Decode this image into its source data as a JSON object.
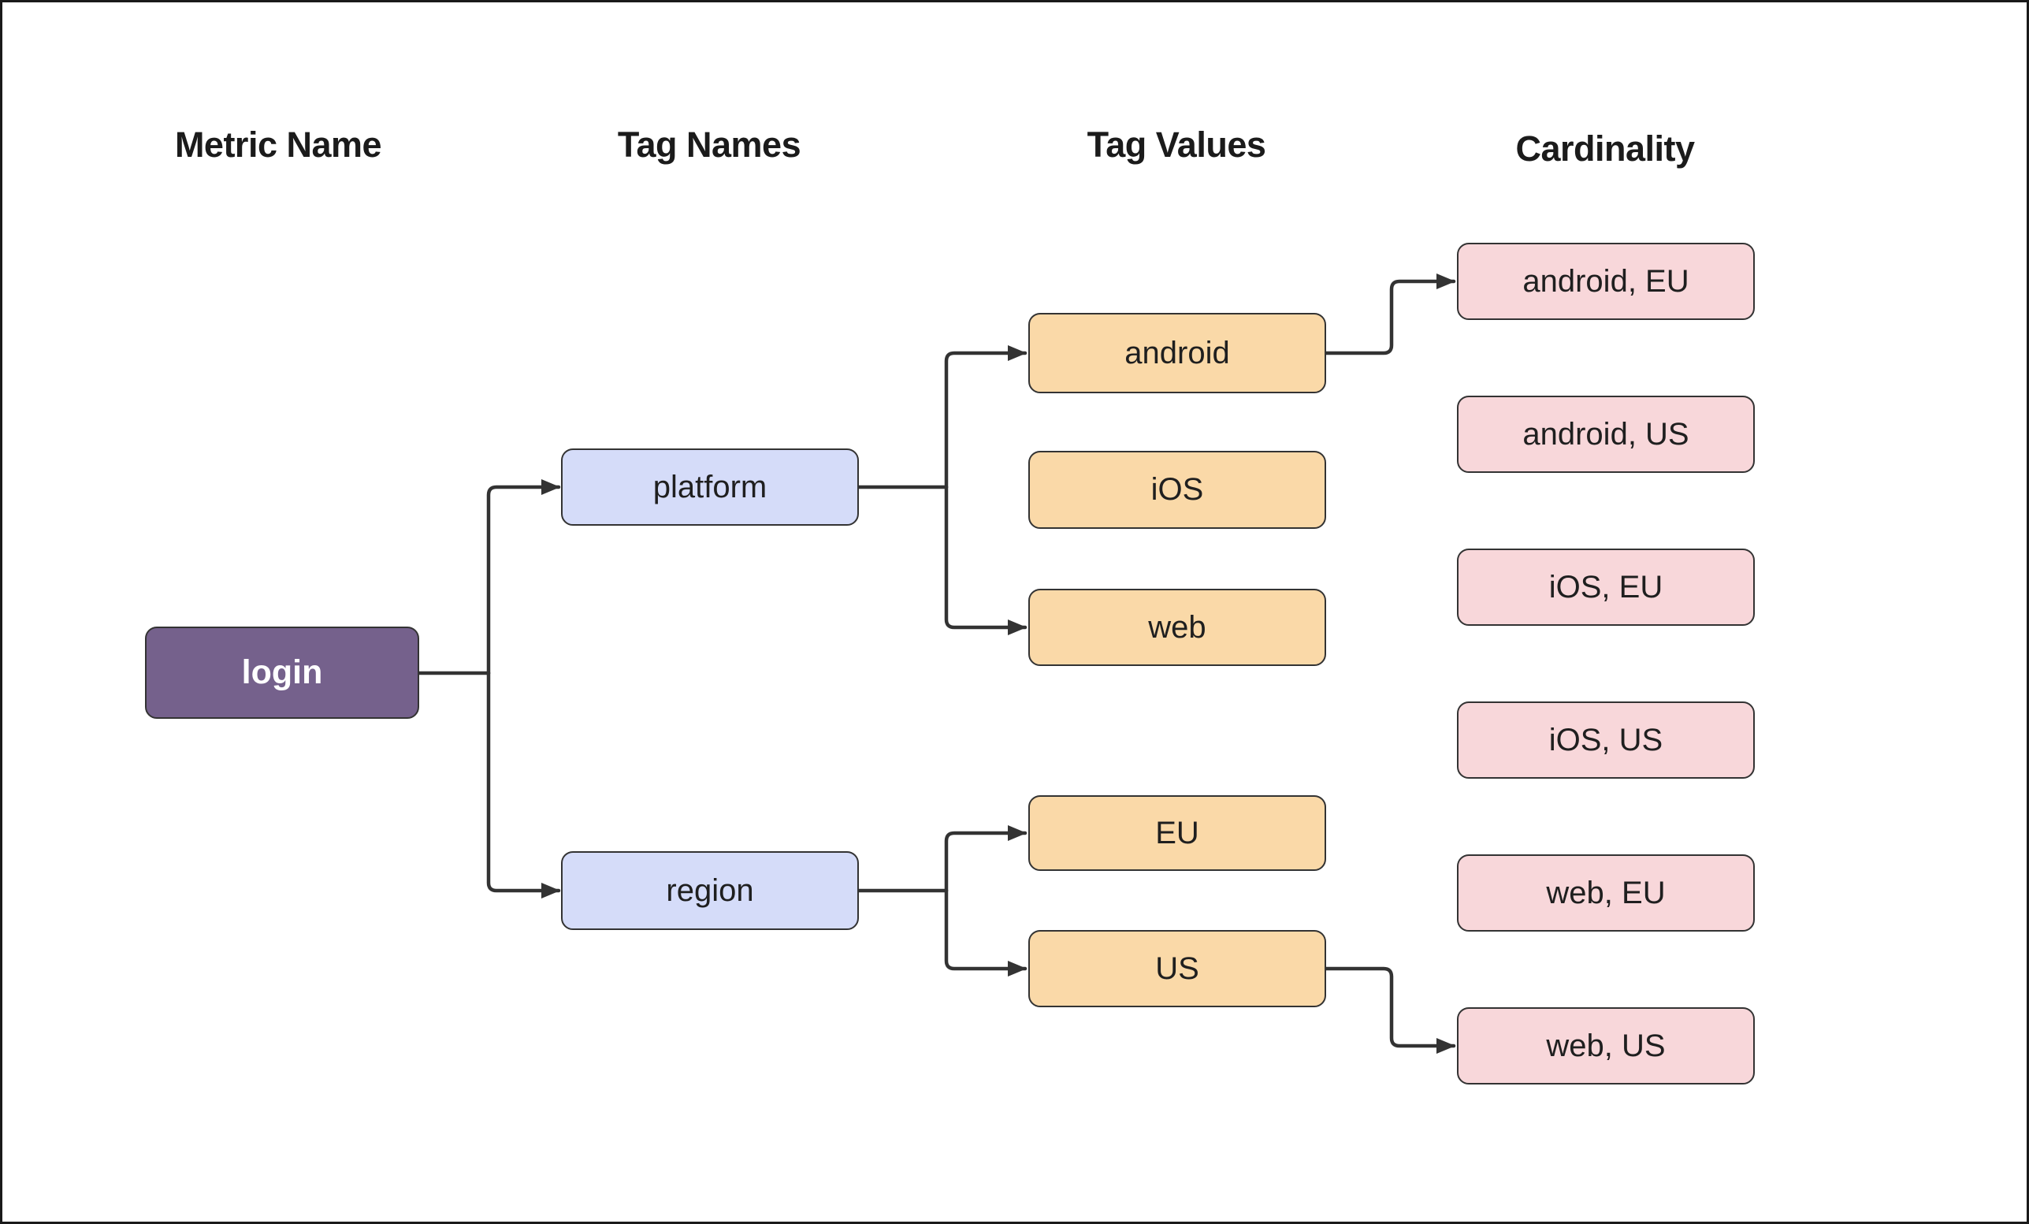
{
  "headers": [
    {
      "label": "Metric Name"
    },
    {
      "label": "Tag Names"
    },
    {
      "label": "Tag Values"
    },
    {
      "label": "Cardinality"
    }
  ],
  "diagram": {
    "metric": {
      "label": "login"
    },
    "tag_names": [
      {
        "label": "platform"
      },
      {
        "label": "region"
      }
    ],
    "tag_values": [
      {
        "label": "android"
      },
      {
        "label": "iOS"
      },
      {
        "label": "web"
      },
      {
        "label": "EU"
      },
      {
        "label": "US"
      }
    ],
    "cardinality": [
      {
        "label": "android, EU"
      },
      {
        "label": "android, US"
      },
      {
        "label": "iOS, EU"
      },
      {
        "label": "iOS, US"
      },
      {
        "label": "web, EU"
      },
      {
        "label": "web, US"
      }
    ],
    "edges": [
      {
        "from": "login",
        "to": "platform"
      },
      {
        "from": "login",
        "to": "region"
      },
      {
        "from": "platform",
        "to": "android"
      },
      {
        "from": "platform",
        "to": "web"
      },
      {
        "from": "region",
        "to": "EU"
      },
      {
        "from": "region",
        "to": "US"
      },
      {
        "from": "android",
        "to": "android, EU"
      },
      {
        "from": "US",
        "to": "web, US"
      }
    ],
    "colors": {
      "metric_fill": "#75618C",
      "metric_text": "#FFFFFF",
      "tag_name_fill": "#D5DCF9",
      "tag_value_fill": "#FAD9A8",
      "cardinality_fill": "#F8D7DA",
      "node_border": "#333333",
      "edge_stroke": "#333333",
      "label_text": "#1F1F1F",
      "background": "#FFFFFF"
    }
  }
}
